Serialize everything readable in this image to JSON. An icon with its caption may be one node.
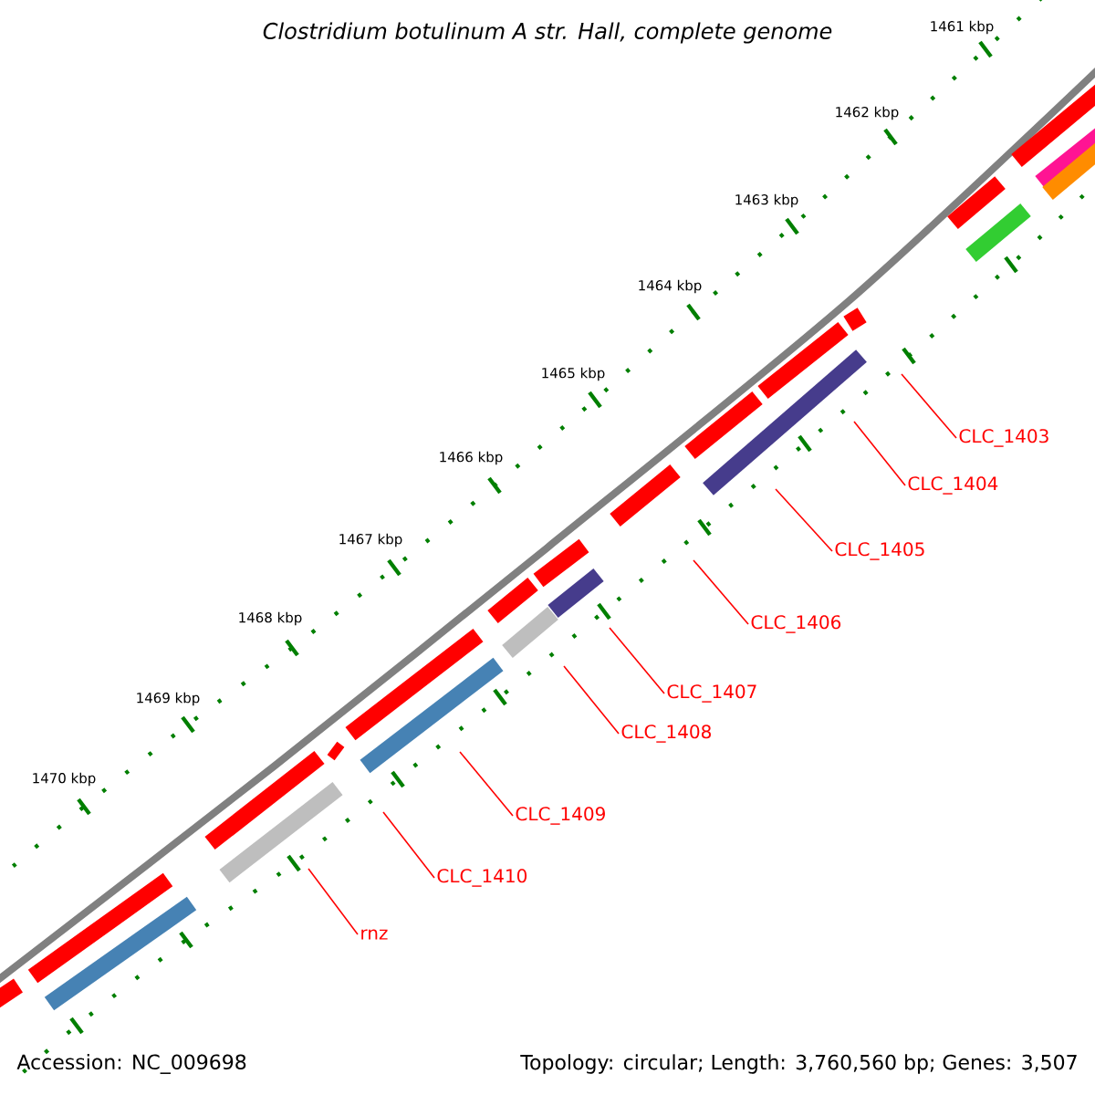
{
  "diagram": {
    "title": "Clostridium botulinum A str. Hall, complete genome",
    "nodes": [
      {
        "text": [
          "CLC_1403"
        ]
      },
      {
        "text": [
          "CLC_1404"
        ]
      },
      {
        "text": [
          "CLC_1405"
        ]
      },
      {
        "text": [
          "CLC_1406"
        ]
      },
      {
        "text": [
          "CLC_1407"
        ]
      },
      {
        "text": [
          "CLC_1408"
        ]
      },
      {
        "text": [
          "CLC_1409"
        ]
      },
      {
        "text": [
          "CLC_1410"
        ]
      },
      {
        "text": [
          "rnz"
        ]
      }
    ],
    "edges": [
      {
        "from": 0,
        "to": null,
        "arrow": "none"
      },
      {
        "from": 1,
        "to": null,
        "arrow": "none"
      },
      {
        "from": 2,
        "to": null,
        "arrow": "none"
      },
      {
        "from": 3,
        "to": null,
        "arrow": "none"
      },
      {
        "from": 4,
        "to": null,
        "arrow": "none"
      },
      {
        "from": 5,
        "to": null,
        "arrow": "none"
      },
      {
        "from": 6,
        "to": null,
        "arrow": "none"
      },
      {
        "from": 7,
        "to": null,
        "arrow": "none"
      },
      {
        "from": 8,
        "to": null,
        "arrow": "none"
      }
    ],
    "labels": [
      "1461 kbp",
      "1462 kbp",
      "1463 kbp",
      "1464 kbp",
      "1465 kbp",
      "1466 kbp",
      "1467 kbp",
      "1468 kbp",
      "1469 kbp",
      "1470 kbp",
      "Accession: NC_009698",
      "Topology: circular; Length: 3,760,560 bp; Genes: 3,507"
    ]
  }
}
